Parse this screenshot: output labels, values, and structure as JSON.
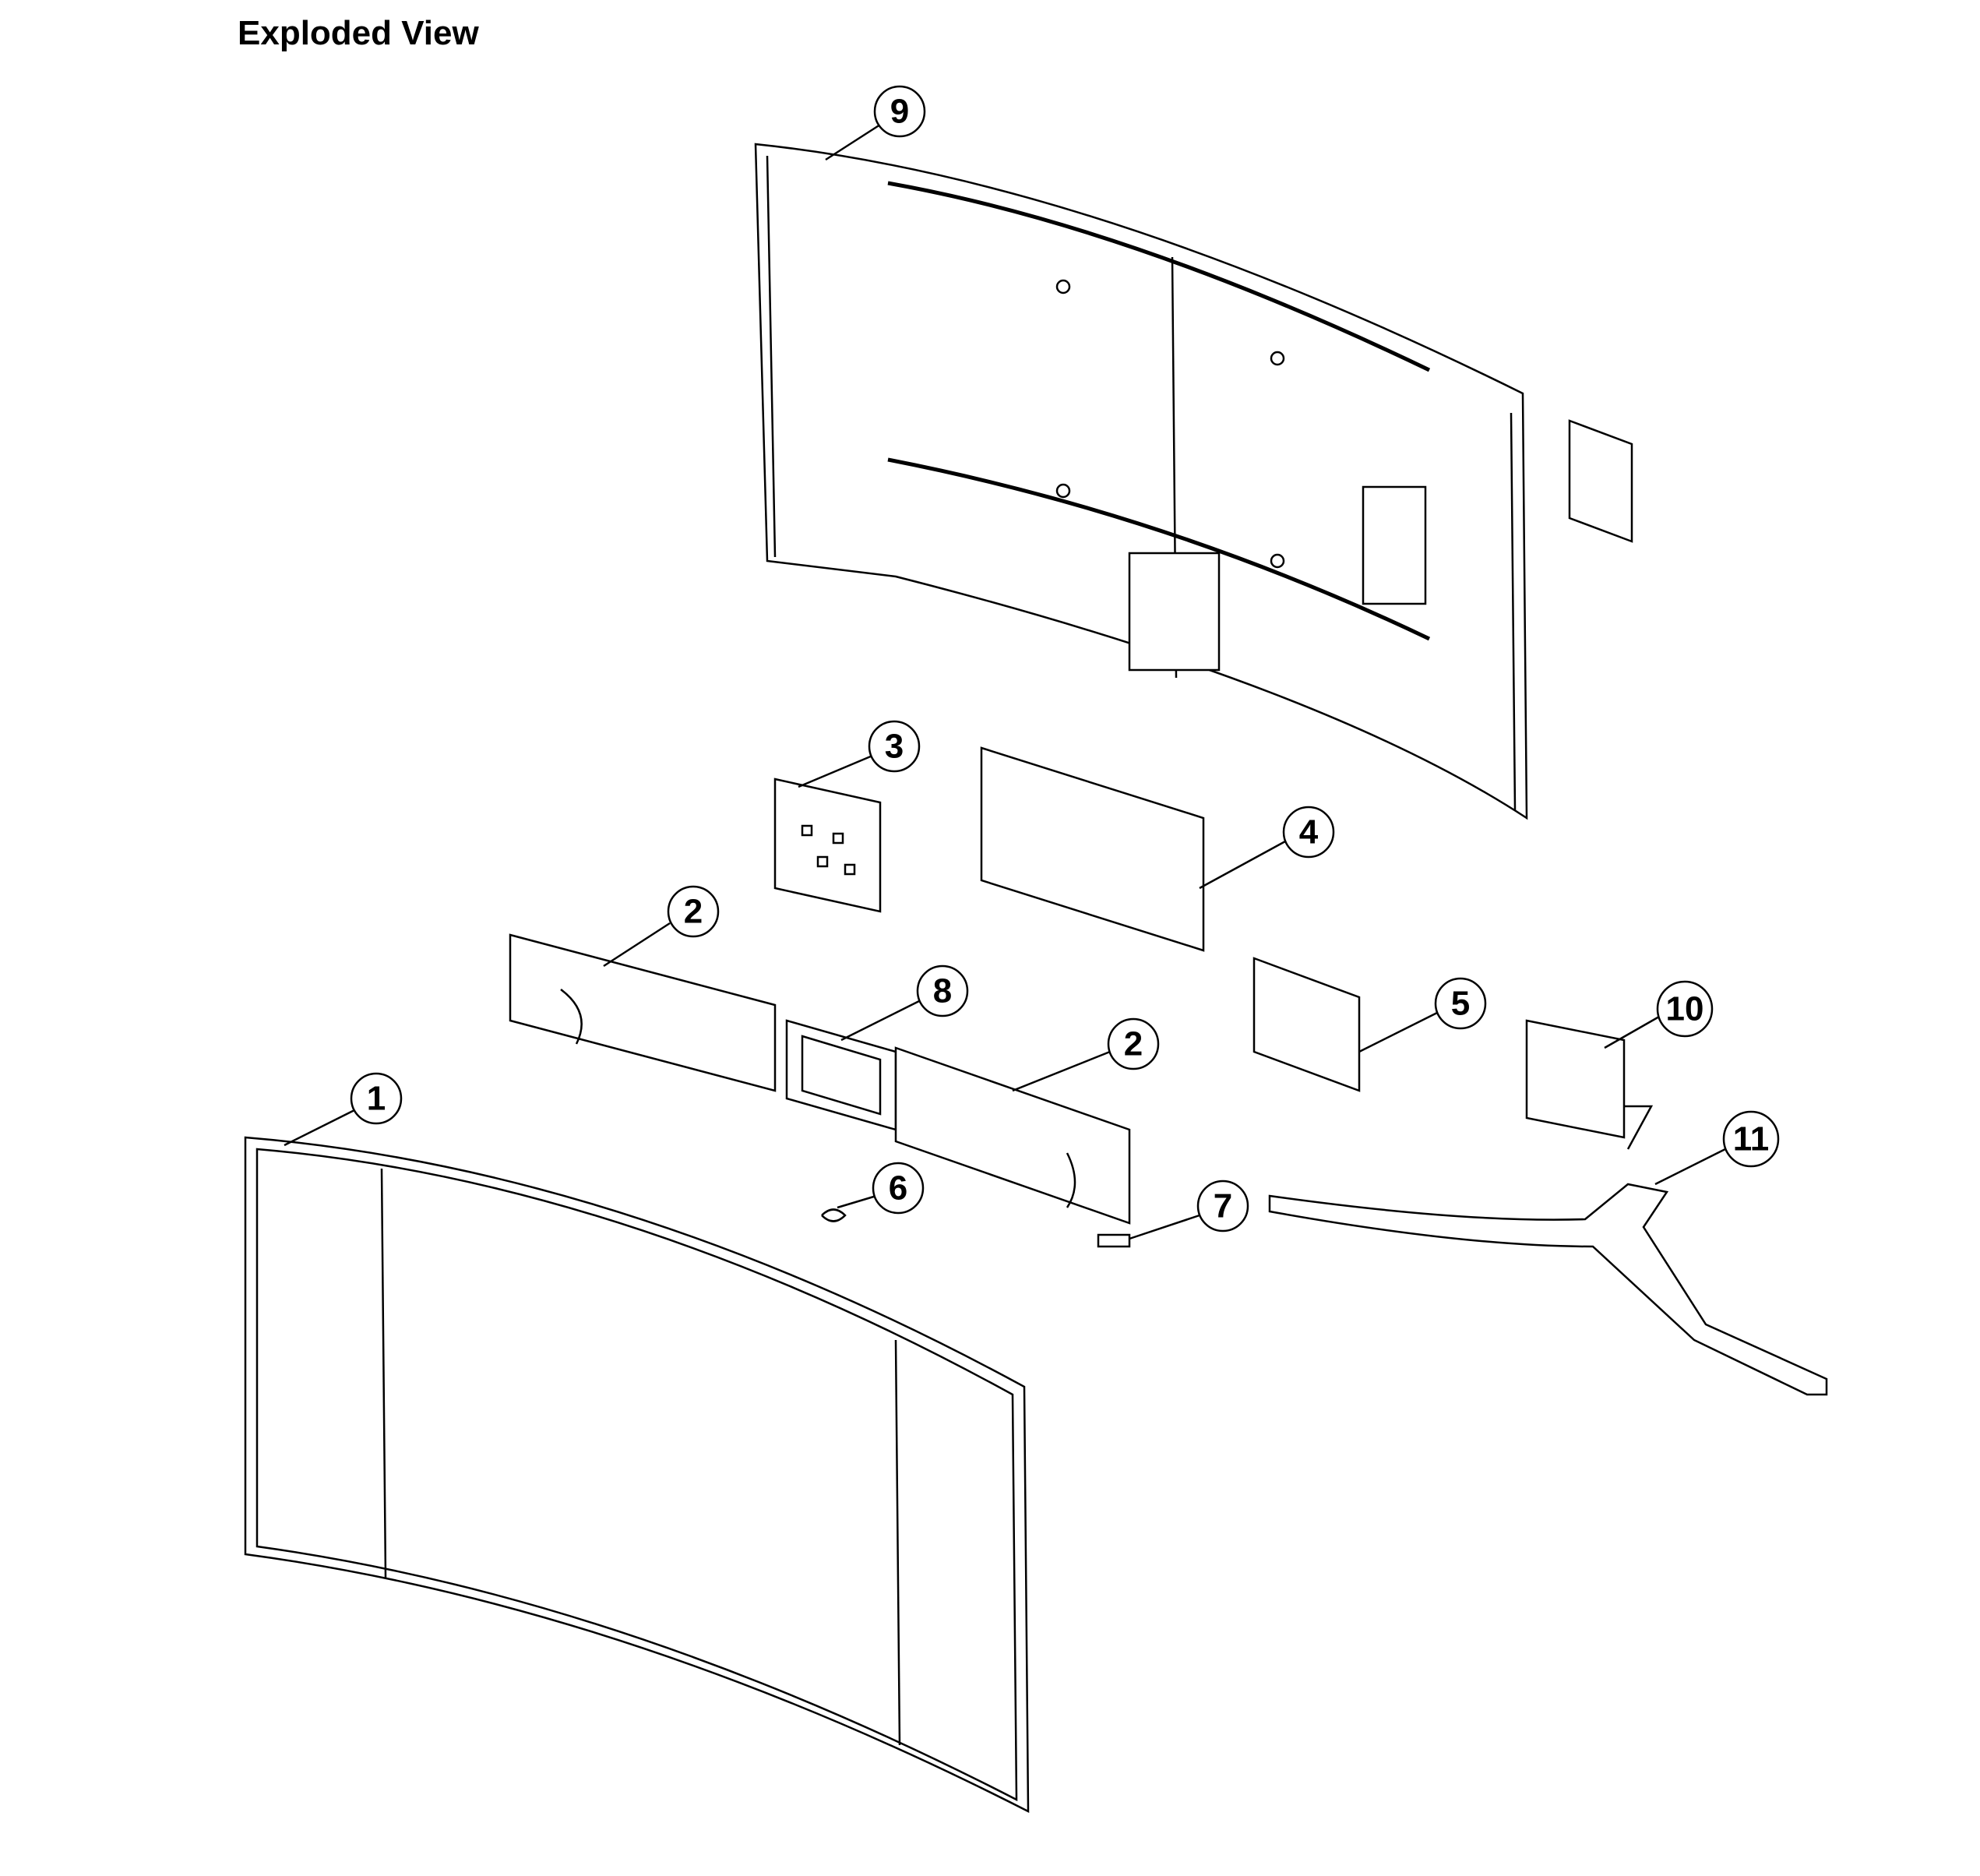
{
  "title": "Exploded View",
  "callouts": [
    {
      "id": "1",
      "label": "1"
    },
    {
      "id": "2a",
      "label": "2"
    },
    {
      "id": "2b",
      "label": "2"
    },
    {
      "id": "3",
      "label": "3"
    },
    {
      "id": "4",
      "label": "4"
    },
    {
      "id": "5",
      "label": "5"
    },
    {
      "id": "6",
      "label": "6"
    },
    {
      "id": "7",
      "label": "7"
    },
    {
      "id": "8",
      "label": "8"
    },
    {
      "id": "9",
      "label": "9"
    },
    {
      "id": "10",
      "label": "10"
    },
    {
      "id": "11",
      "label": "11"
    }
  ]
}
